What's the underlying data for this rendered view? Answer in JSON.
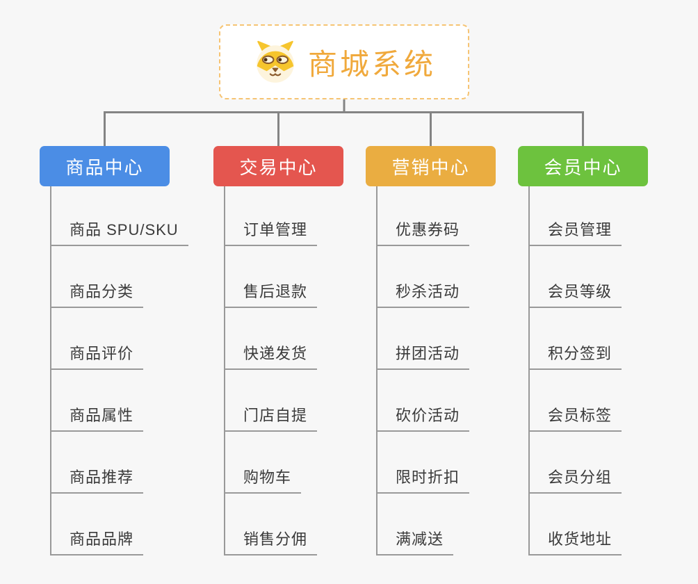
{
  "root": {
    "title": "商城系统",
    "icon": "shiba-dog-icon"
  },
  "branches": [
    {
      "label": "商品中心",
      "color": "#4b8de5",
      "children": [
        "商品 SPU/SKU",
        "商品分类",
        "商品评价",
        "商品属性",
        "商品推荐",
        "商品品牌"
      ]
    },
    {
      "label": "交易中心",
      "color": "#e4564f",
      "children": [
        "订单管理",
        "售后退款",
        "快递发货",
        "门店自提",
        "购物车",
        "销售分佣"
      ]
    },
    {
      "label": "营销中心",
      "color": "#eaad41",
      "children": [
        "优惠券码",
        "秒杀活动",
        "拼团活动",
        "砍价活动",
        "限时折扣",
        "满减送"
      ]
    },
    {
      "label": "会员中心",
      "color": "#6dc23e",
      "children": [
        "会员管理",
        "会员等级",
        "积分签到",
        "会员标签",
        "会员分组",
        "收货地址"
      ]
    }
  ],
  "colors": {
    "background": "#f7f7f7",
    "connector": "#848484",
    "leaf_line": "#999999",
    "leaf_text": "#3a3a3a",
    "root_text": "#f0a93c",
    "root_border": "#f6c473"
  }
}
